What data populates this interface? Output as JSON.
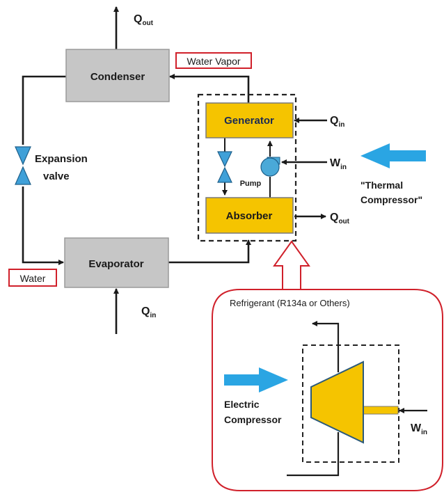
{
  "colors": {
    "gray_box": "#c6c6c6",
    "gray_border": "#9a9a9a",
    "gold_box": "#f5c400",
    "gold_border": "#7a7a7a",
    "arrow": "#1a1a1a",
    "blue_arrow": "#2aa5e3",
    "red_border": "#d0202a",
    "dash": "#222222",
    "pump_fill": "#4aa9d8",
    "valve_fill": "#3fa0d8"
  },
  "blocks": {
    "condenser": "Condenser",
    "evaporator": "Evaporator",
    "generator": "Generator",
    "absorber": "Absorber"
  },
  "labels": {
    "water_vapor": "Water Vapor",
    "water": "Water",
    "expansion_line1": "Expansion",
    "expansion_line2": "valve",
    "pump": "Pump",
    "thermal_line1": "\"Thermal",
    "thermal_line2": "Compressor\"",
    "refrigerant": "Refrigerant (R134a or Others)",
    "electric_line1": "Electric",
    "electric_line2": "Compressor"
  },
  "heat_work": {
    "q_out_top": {
      "main": "Q",
      "sub": "out"
    },
    "q_in_generator": {
      "main": "Q",
      "sub": "in"
    },
    "w_in_pump": {
      "main": "W",
      "sub": "in"
    },
    "q_out_absorber": {
      "main": "Q",
      "sub": "out"
    },
    "q_in_evaporator": {
      "main": "Q",
      "sub": "in"
    },
    "w_in_compressor": {
      "main": "W",
      "sub": "in"
    }
  },
  "icons": {
    "expansion_valve": "expansion-valve-icon",
    "expansion_valve_small": "expansion-valve-icon",
    "pump": "pump-icon",
    "compressor": "compressor-icon"
  }
}
